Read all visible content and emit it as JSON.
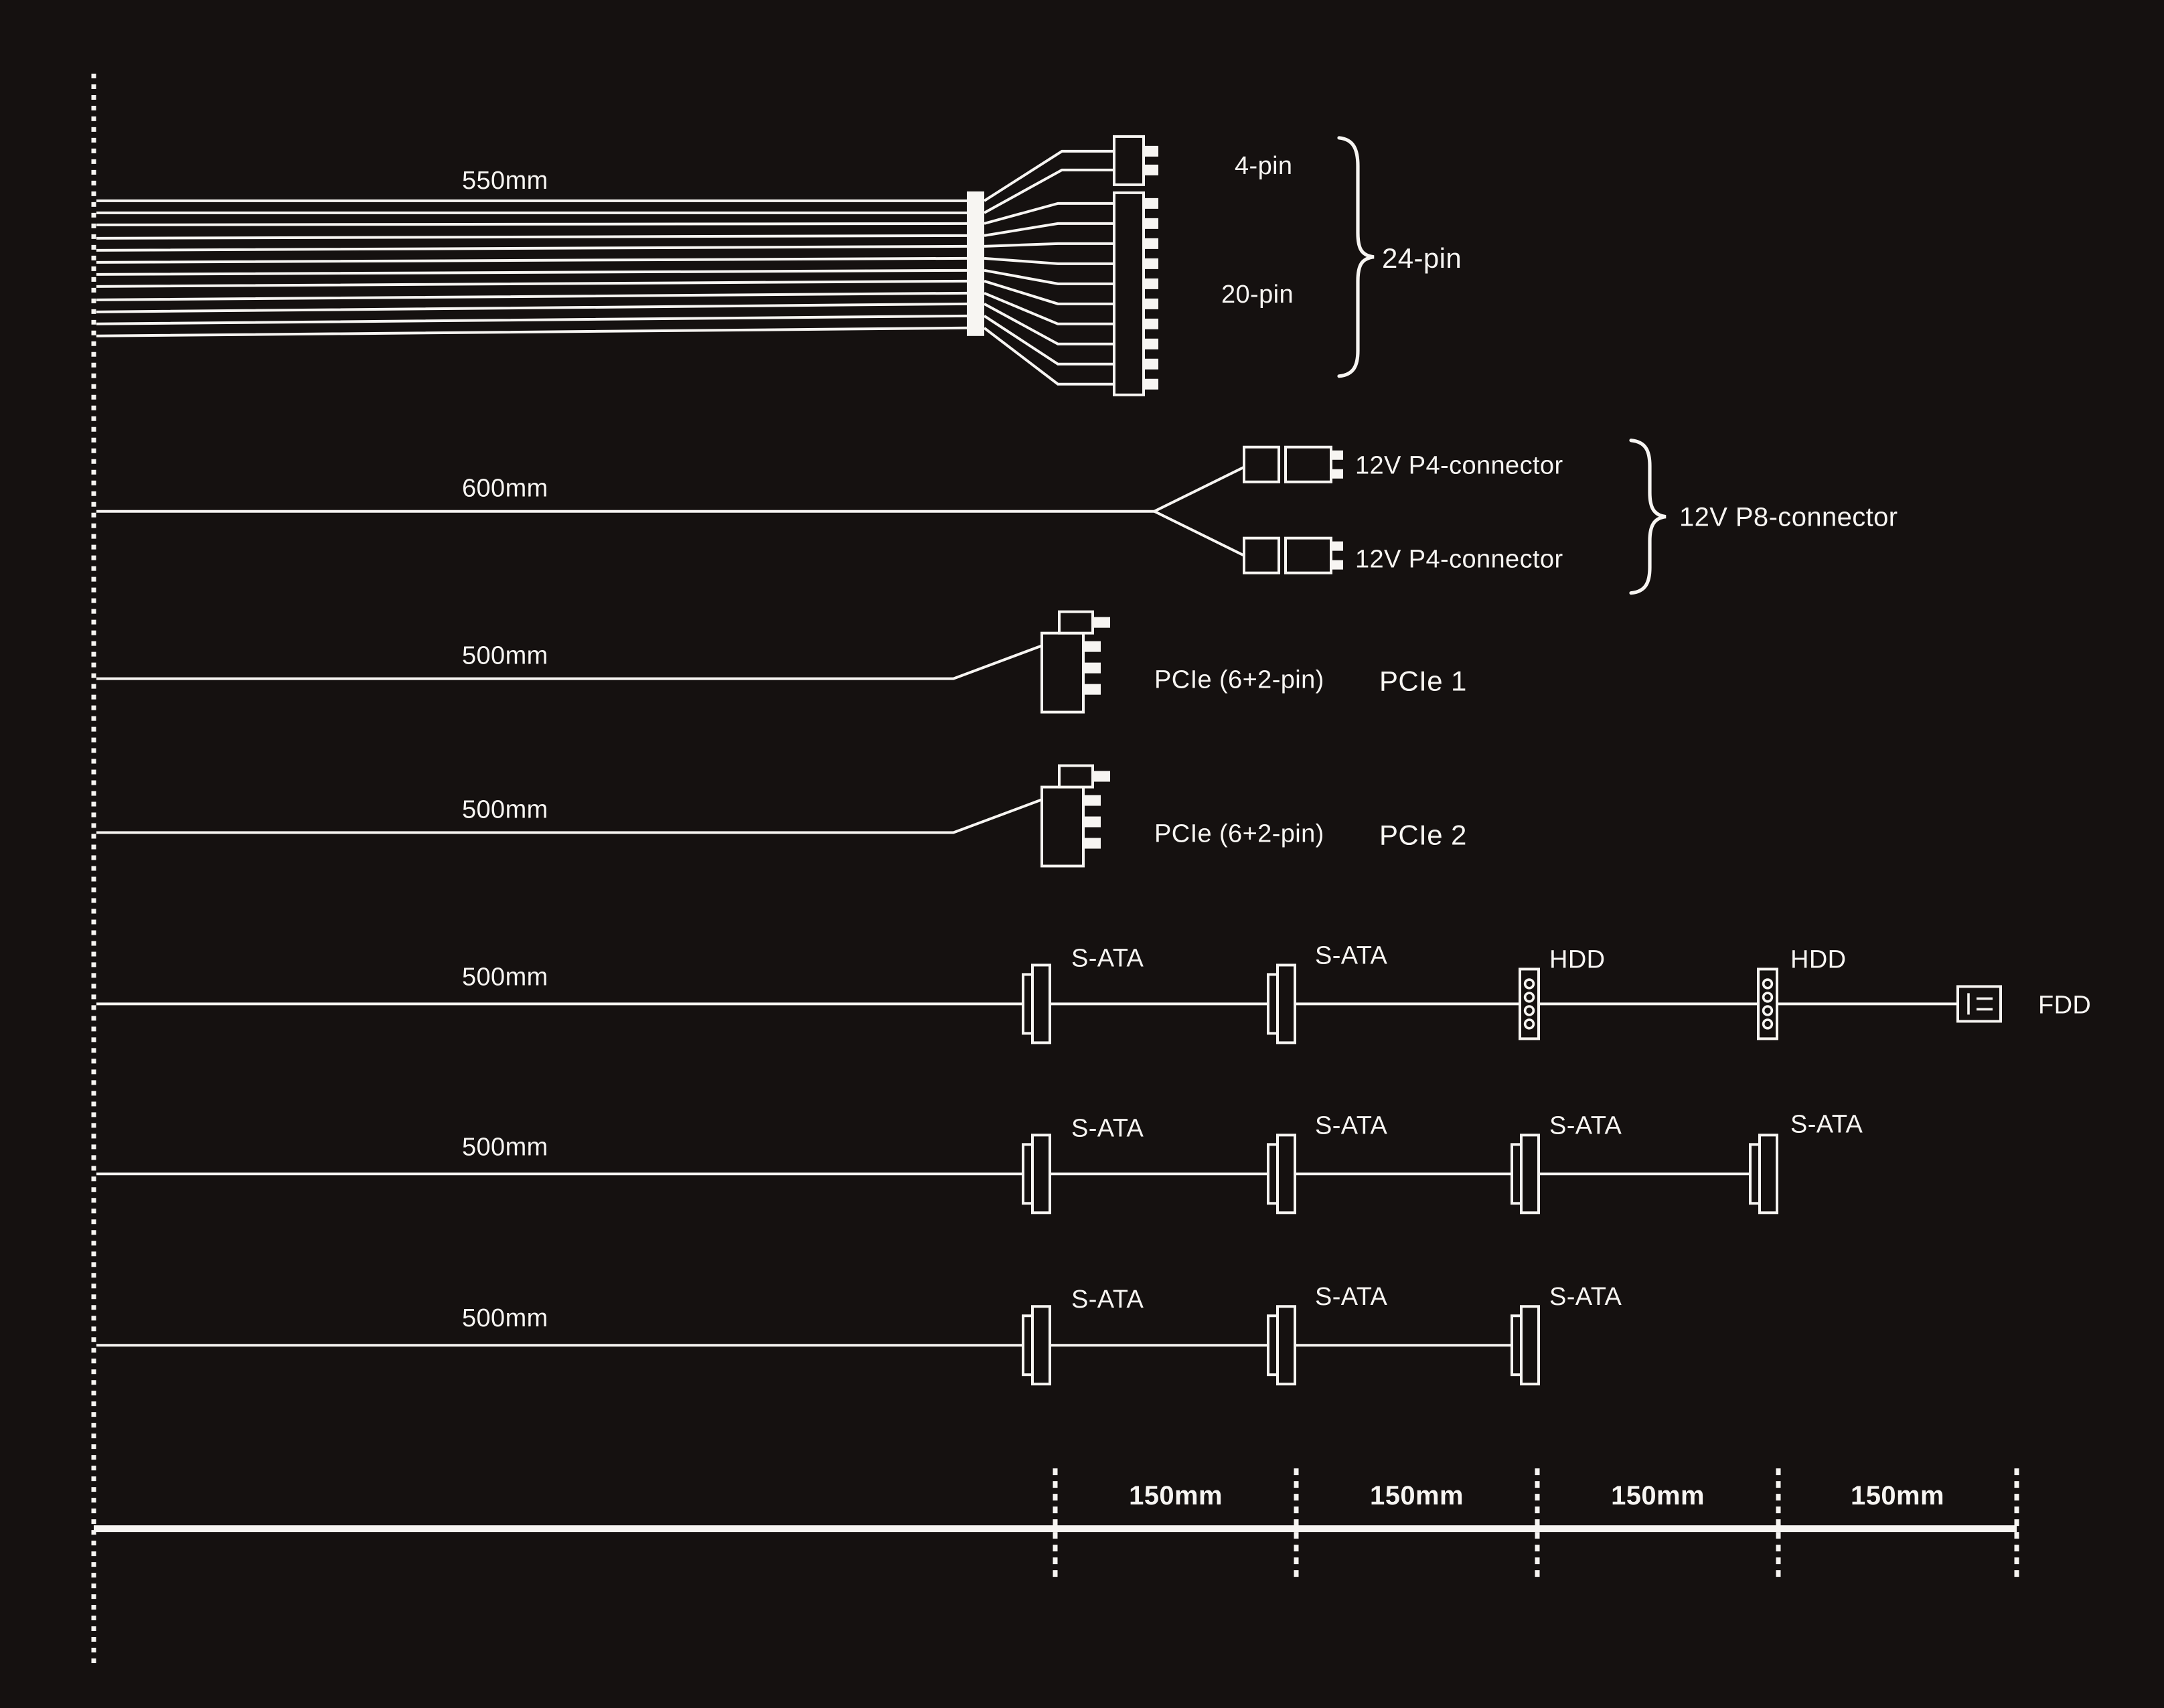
{
  "colors": {
    "background": "#151110",
    "foreground": "#f7f5f2"
  },
  "cables": {
    "atx": {
      "length": "550mm",
      "pin4": "4-pin",
      "pin20": "20-pin",
      "pin24": "24-pin"
    },
    "cpu": {
      "length": "600mm",
      "p4_top": "12V P4-connector",
      "p4_bottom": "12V P4-connector",
      "p8": "12V P8-connector"
    },
    "pcie1": {
      "length": "500mm",
      "type": "PCIe (6+2-pin)",
      "name": "PCIe 1"
    },
    "pcie2": {
      "length": "500mm",
      "type": "PCIe (6+2-pin)",
      "name": "PCIe 2"
    },
    "peripheral1": {
      "length": "500mm",
      "c1": "S-ATA",
      "c2": "S-ATA",
      "c3": "HDD",
      "c4": "HDD",
      "c5": "FDD"
    },
    "peripheral2": {
      "length": "500mm",
      "c1": "S-ATA",
      "c2": "S-ATA",
      "c3": "S-ATA",
      "c4": "S-ATA"
    },
    "peripheral3": {
      "length": "500mm",
      "c1": "S-ATA",
      "c2": "S-ATA",
      "c3": "S-ATA"
    }
  },
  "ruler": {
    "seg1": "150mm",
    "seg2": "150mm",
    "seg3": "150mm",
    "seg4": "150mm"
  }
}
